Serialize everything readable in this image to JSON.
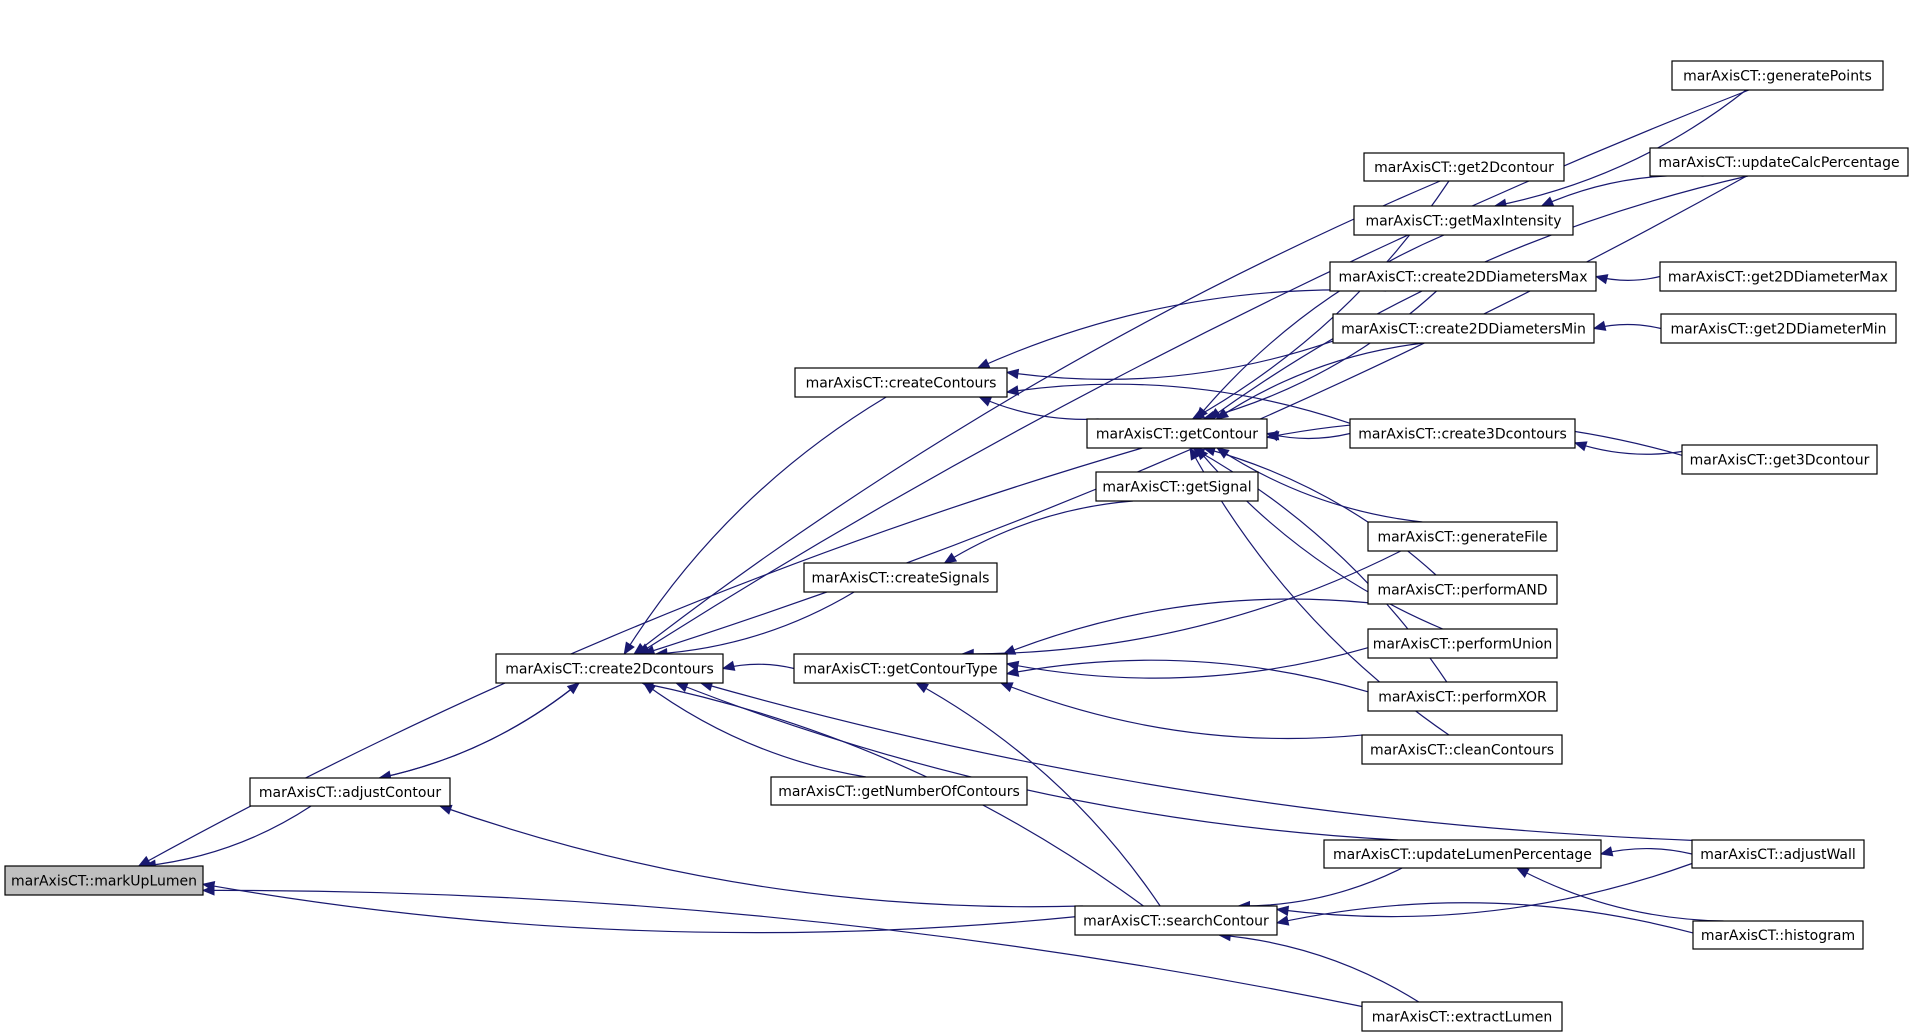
{
  "diagram": {
    "edge_color": "#191970",
    "root_fill": "#bfbfbf",
    "nodes": [
      {
        "id": "markUpLumen",
        "label": "marAxisCT::markUpLumen",
        "root": true
      },
      {
        "id": "adjustContour",
        "label": "marAxisCT::adjustContour"
      },
      {
        "id": "create2Dcontours",
        "label": "marAxisCT::create2Dcontours"
      },
      {
        "id": "createContours",
        "label": "marAxisCT::createContours"
      },
      {
        "id": "createSignals",
        "label": "marAxisCT::createSignals"
      },
      {
        "id": "getContourType",
        "label": "marAxisCT::getContourType"
      },
      {
        "id": "getNumberOfContours",
        "label": "marAxisCT::getNumberOfContours"
      },
      {
        "id": "getContour",
        "label": "marAxisCT::getContour"
      },
      {
        "id": "getSignal",
        "label": "marAxisCT::getSignal"
      },
      {
        "id": "searchContour",
        "label": "marAxisCT::searchContour"
      },
      {
        "id": "get2Dcontour",
        "label": "marAxisCT::get2Dcontour"
      },
      {
        "id": "getMaxIntensity",
        "label": "marAxisCT::getMaxIntensity"
      },
      {
        "id": "create2DDiametersMax",
        "label": "marAxisCT::create2DDiametersMax"
      },
      {
        "id": "create2DDiametersMin",
        "label": "marAxisCT::create2DDiametersMin"
      },
      {
        "id": "create3Dcontours",
        "label": "marAxisCT::create3Dcontours"
      },
      {
        "id": "generateFile",
        "label": "marAxisCT::generateFile"
      },
      {
        "id": "performAND",
        "label": "marAxisCT::performAND"
      },
      {
        "id": "performUnion",
        "label": "marAxisCT::performUnion"
      },
      {
        "id": "performXOR",
        "label": "marAxisCT::performXOR"
      },
      {
        "id": "cleanContours",
        "label": "marAxisCT::cleanContours"
      },
      {
        "id": "updateLumenPercentage",
        "label": "marAxisCT::updateLumenPercentage"
      },
      {
        "id": "extractLumen",
        "label": "marAxisCT::extractLumen"
      },
      {
        "id": "generatePoints",
        "label": "marAxisCT::generatePoints"
      },
      {
        "id": "updateCalcPercentage",
        "label": "marAxisCT::updateCalcPercentage"
      },
      {
        "id": "get2DDiameterMax",
        "label": "marAxisCT::get2DDiameterMax"
      },
      {
        "id": "get2DDiameterMin",
        "label": "marAxisCT::get2DDiameterMin"
      },
      {
        "id": "get3Dcontour",
        "label": "marAxisCT::get3Dcontour"
      },
      {
        "id": "adjustWall",
        "label": "marAxisCT::adjustWall"
      },
      {
        "id": "histogram",
        "label": "marAxisCT::histogram"
      }
    ],
    "edges": [
      {
        "from": "adjustContour",
        "to": "markUpLumen"
      },
      {
        "from": "getContour",
        "to": "markUpLumen"
      },
      {
        "from": "searchContour",
        "to": "markUpLumen"
      },
      {
        "from": "extractLumen",
        "to": "markUpLumen"
      },
      {
        "from": "create2Dcontours",
        "to": "adjustContour"
      },
      {
        "from": "adjustContour",
        "to": "create2Dcontours"
      },
      {
        "from": "searchContour",
        "to": "adjustContour"
      },
      {
        "from": "createContours",
        "to": "create2Dcontours"
      },
      {
        "from": "createSignals",
        "to": "create2Dcontours"
      },
      {
        "from": "getContourType",
        "to": "create2Dcontours"
      },
      {
        "from": "getNumberOfContours",
        "to": "create2Dcontours"
      },
      {
        "from": "generatePoints",
        "to": "create2Dcontours"
      },
      {
        "from": "updateCalcPercentage",
        "to": "create2Dcontours"
      },
      {
        "from": "get2Dcontour",
        "to": "create2Dcontours"
      },
      {
        "from": "updateLumenPercentage",
        "to": "create2Dcontours"
      },
      {
        "from": "searchContour",
        "to": "create2Dcontours"
      },
      {
        "from": "adjustWall",
        "to": "create2Dcontours"
      },
      {
        "from": "create2DDiametersMax",
        "to": "createContours"
      },
      {
        "from": "create2DDiametersMin",
        "to": "createContours"
      },
      {
        "from": "create3Dcontours",
        "to": "createContours"
      },
      {
        "from": "getContour",
        "to": "createContours"
      },
      {
        "from": "getSignal",
        "to": "createSignals"
      },
      {
        "from": "generateFile",
        "to": "getContourType"
      },
      {
        "from": "performAND",
        "to": "getContourType"
      },
      {
        "from": "performUnion",
        "to": "getContourType"
      },
      {
        "from": "performXOR",
        "to": "getContourType"
      },
      {
        "from": "cleanContours",
        "to": "getContourType"
      },
      {
        "from": "searchContour",
        "to": "getContourType"
      },
      {
        "from": "get2Dcontour",
        "to": "getContour"
      },
      {
        "from": "getMaxIntensity",
        "to": "getContour"
      },
      {
        "from": "create2DDiametersMax",
        "to": "getContour"
      },
      {
        "from": "create2DDiametersMin",
        "to": "getContour"
      },
      {
        "from": "create3Dcontours",
        "to": "getContour"
      },
      {
        "from": "get3Dcontour",
        "to": "getContour"
      },
      {
        "from": "generateFile",
        "to": "getContour"
      },
      {
        "from": "performAND",
        "to": "getContour"
      },
      {
        "from": "performUnion",
        "to": "getContour"
      },
      {
        "from": "performXOR",
        "to": "getContour"
      },
      {
        "from": "cleanContours",
        "to": "getContour"
      },
      {
        "from": "updateCalcPercentage",
        "to": "getContour"
      },
      {
        "from": "updateLumenPercentage",
        "to": "searchContour"
      },
      {
        "from": "extractLumen",
        "to": "searchContour"
      },
      {
        "from": "adjustWall",
        "to": "searchContour"
      },
      {
        "from": "histogram",
        "to": "searchContour"
      },
      {
        "from": "generatePoints",
        "to": "getMaxIntensity"
      },
      {
        "from": "updateCalcPercentage",
        "to": "getMaxIntensity"
      },
      {
        "from": "get2DDiameterMax",
        "to": "create2DDiametersMax"
      },
      {
        "from": "get2DDiameterMin",
        "to": "create2DDiametersMin"
      },
      {
        "from": "get3Dcontour",
        "to": "create3Dcontours"
      },
      {
        "from": "adjustWall",
        "to": "updateLumenPercentage"
      },
      {
        "from": "histogram",
        "to": "updateLumenPercentage"
      }
    ]
  }
}
